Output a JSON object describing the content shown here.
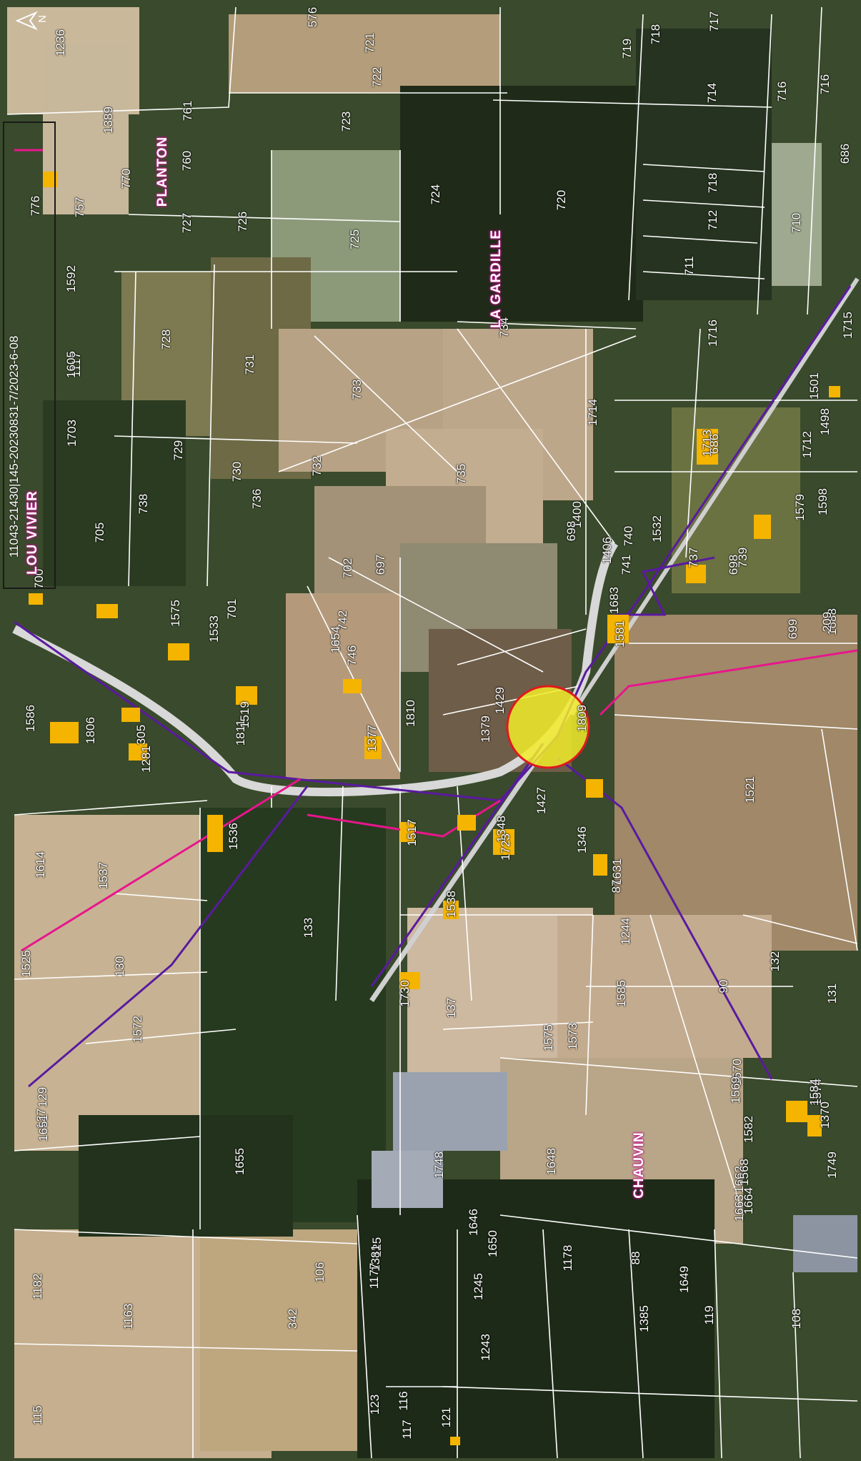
{
  "map": {
    "colors": {
      "forest": "#2d3a22",
      "field_light": "#c9b89a",
      "field_tan": "#b39d7a",
      "meadow": "#7d8a64",
      "grass": "#5f6e45",
      "road": "#d8d8d8",
      "parcel_line": "#ffffff",
      "network_pink": "#e8168c",
      "network_purple": "#5a1aa0",
      "highlight_fill": "#f2ec2a",
      "highlight_stroke": "#e0191e",
      "building": "#f4b400"
    },
    "north_arrow_icon": "north-arrow-icon",
    "north_letter": "N",
    "reference_text": "11043-21430|145-20230831-7/2023-6-08",
    "lieux_dits": {
      "plantin": "PLANTON",
      "lagardille": "LA GARDILLE",
      "louvivier": "LOU VIVIER",
      "chauvin": "CHAUVIN"
    },
    "parcels": [
      "1236",
      "576",
      "721",
      "722",
      "719",
      "718",
      "717",
      "1389",
      "761",
      "723",
      "714",
      "716",
      "716",
      "770",
      "760",
      "724",
      "720",
      "718",
      "686",
      "776",
      "757",
      "727",
      "726",
      "725",
      "1592",
      "712",
      "710",
      "711",
      "1117",
      "728",
      "731",
      "733",
      "734",
      "1716",
      "1715",
      "1605",
      "1703",
      "729",
      "730",
      "732",
      "735",
      "1714",
      "1713",
      "1712",
      "1501",
      "1498",
      "686",
      "1598",
      "1579",
      "738",
      "736",
      "697",
      "1400",
      "1532",
      "740",
      "739",
      "705",
      "701",
      "702",
      "698",
      "1406",
      "741",
      "737",
      "698",
      "700",
      "699",
      "1575",
      "1533",
      "742",
      "1654",
      "1688",
      "1683",
      "209",
      "746",
      "1581",
      "1811",
      "1429",
      "1809",
      "1810",
      "1379",
      "1521",
      "1519",
      "1586",
      "1806",
      "305",
      "1281",
      "1377",
      "1427",
      "1614",
      "1537",
      "1536",
      "1517",
      "1348",
      "1346",
      "1723",
      "1631",
      "87",
      "1244",
      "1538",
      "1525",
      "130",
      "133",
      "1730",
      "137",
      "1585",
      "90",
      "131",
      "132",
      "1572",
      "1575",
      "1573",
      "1570",
      "1569",
      "1574",
      "1370",
      "1584",
      "1582",
      "1749",
      "129",
      "127",
      "1651",
      "1655",
      "1748",
      "1648",
      "1646",
      "1650",
      "1662",
      "1664",
      "1663",
      "1568",
      "125",
      "1381",
      "1177",
      "1178",
      "88",
      "1649",
      "119",
      "1385",
      "108",
      "1182",
      "1163",
      "342",
      "106",
      "1245",
      "1243",
      "115",
      "116",
      "117",
      "123",
      "121"
    ]
  }
}
